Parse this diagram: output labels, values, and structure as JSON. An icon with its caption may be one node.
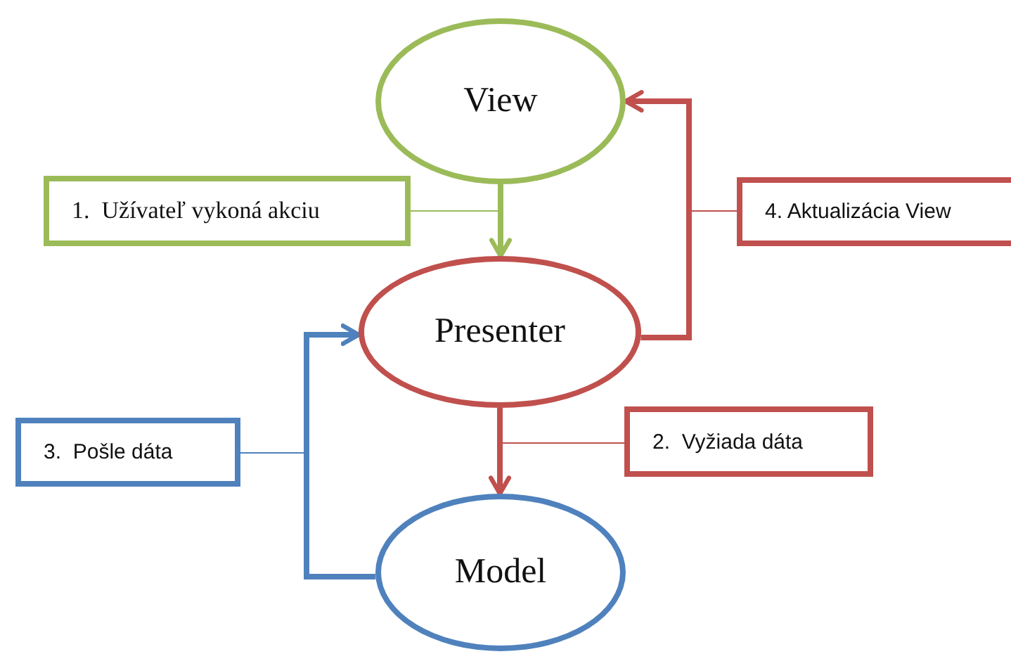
{
  "diagram": {
    "nodes": [
      {
        "text": [
          "View"
        ]
      },
      {
        "text": [
          "Presenter"
        ]
      },
      {
        "text": [
          "Model"
        ]
      },
      {
        "text": [
          "1.  Užívateľ vykoná akciu"
        ]
      },
      {
        "text": [
          "4. Aktualizácia View"
        ]
      },
      {
        "text": [
          "3.  Pošle dáta"
        ]
      },
      {
        "text": [
          "2.  Vyžiada dáta"
        ]
      }
    ],
    "edges": [
      {
        "from": 0,
        "to": 1,
        "arrow": "to",
        "style": "thick",
        "color": "#9bbb59"
      },
      {
        "from": 1,
        "to": 0,
        "arrow": "to",
        "style": "thick",
        "color": "#c0504d"
      },
      {
        "from": 1,
        "to": 2,
        "arrow": "to",
        "style": "thick",
        "color": "#c0504d"
      },
      {
        "from": 2,
        "to": 1,
        "arrow": "to",
        "style": "thick",
        "color": "#4f81bd"
      },
      {
        "from": 3,
        "to": null,
        "arrow": "none",
        "color": "#9bbb59"
      },
      {
        "from": 4,
        "to": null,
        "arrow": "none",
        "color": "#c0504d"
      },
      {
        "from": 5,
        "to": null,
        "arrow": "none",
        "color": "#4f81bd"
      },
      {
        "from": 6,
        "to": null,
        "arrow": "none",
        "color": "#c0504d"
      }
    ]
  }
}
